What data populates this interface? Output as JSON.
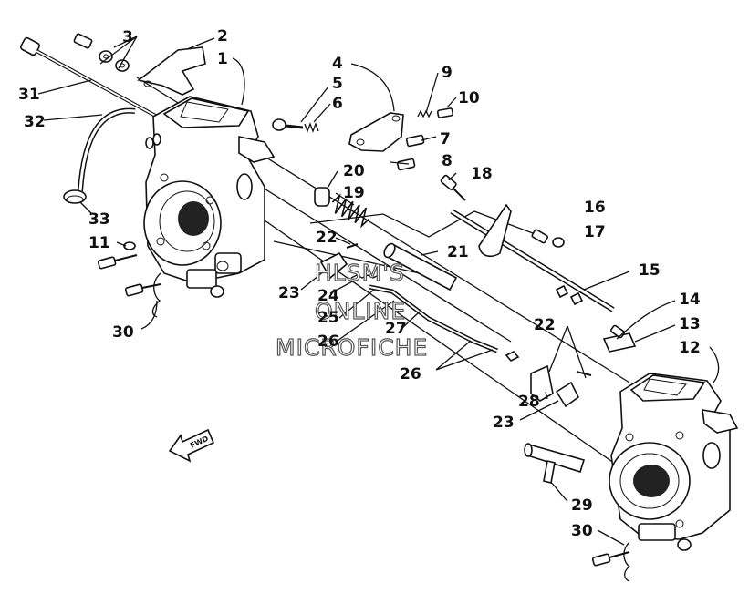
{
  "diagram": {
    "watermark": [
      "HLSM'S",
      "ONLINE",
      "MICROFICHE"
    ],
    "direction_arrow_label": "FWD",
    "callouts": [
      {
        "id": "c1",
        "text": "1"
      },
      {
        "id": "c2",
        "text": "2"
      },
      {
        "id": "c3",
        "text": "3"
      },
      {
        "id": "c4",
        "text": "4"
      },
      {
        "id": "c5",
        "text": "5"
      },
      {
        "id": "c6",
        "text": "6"
      },
      {
        "id": "c7",
        "text": "7"
      },
      {
        "id": "c8",
        "text": "8"
      },
      {
        "id": "c9",
        "text": "9"
      },
      {
        "id": "c10",
        "text": "10"
      },
      {
        "id": "c11",
        "text": "11"
      },
      {
        "id": "c12",
        "text": "12"
      },
      {
        "id": "c13",
        "text": "13"
      },
      {
        "id": "c14",
        "text": "14"
      },
      {
        "id": "c15",
        "text": "15"
      },
      {
        "id": "c16",
        "text": "16"
      },
      {
        "id": "c17",
        "text": "17"
      },
      {
        "id": "c18",
        "text": "18"
      },
      {
        "id": "c19",
        "text": "19"
      },
      {
        "id": "c20",
        "text": "20"
      },
      {
        "id": "c21",
        "text": "21"
      },
      {
        "id": "c22a",
        "text": "22"
      },
      {
        "id": "c22b",
        "text": "22"
      },
      {
        "id": "c23a",
        "text": "23"
      },
      {
        "id": "c23b",
        "text": "23"
      },
      {
        "id": "c24",
        "text": "24"
      },
      {
        "id": "c25",
        "text": "25"
      },
      {
        "id": "c26a",
        "text": "26"
      },
      {
        "id": "c26b",
        "text": "26"
      },
      {
        "id": "c27",
        "text": "27"
      },
      {
        "id": "c28",
        "text": "28"
      },
      {
        "id": "c29",
        "text": "29"
      },
      {
        "id": "c30a",
        "text": "30"
      },
      {
        "id": "c30b",
        "text": "30"
      },
      {
        "id": "c31",
        "text": "31"
      },
      {
        "id": "c32",
        "text": "32"
      },
      {
        "id": "c33",
        "text": "33"
      }
    ]
  }
}
